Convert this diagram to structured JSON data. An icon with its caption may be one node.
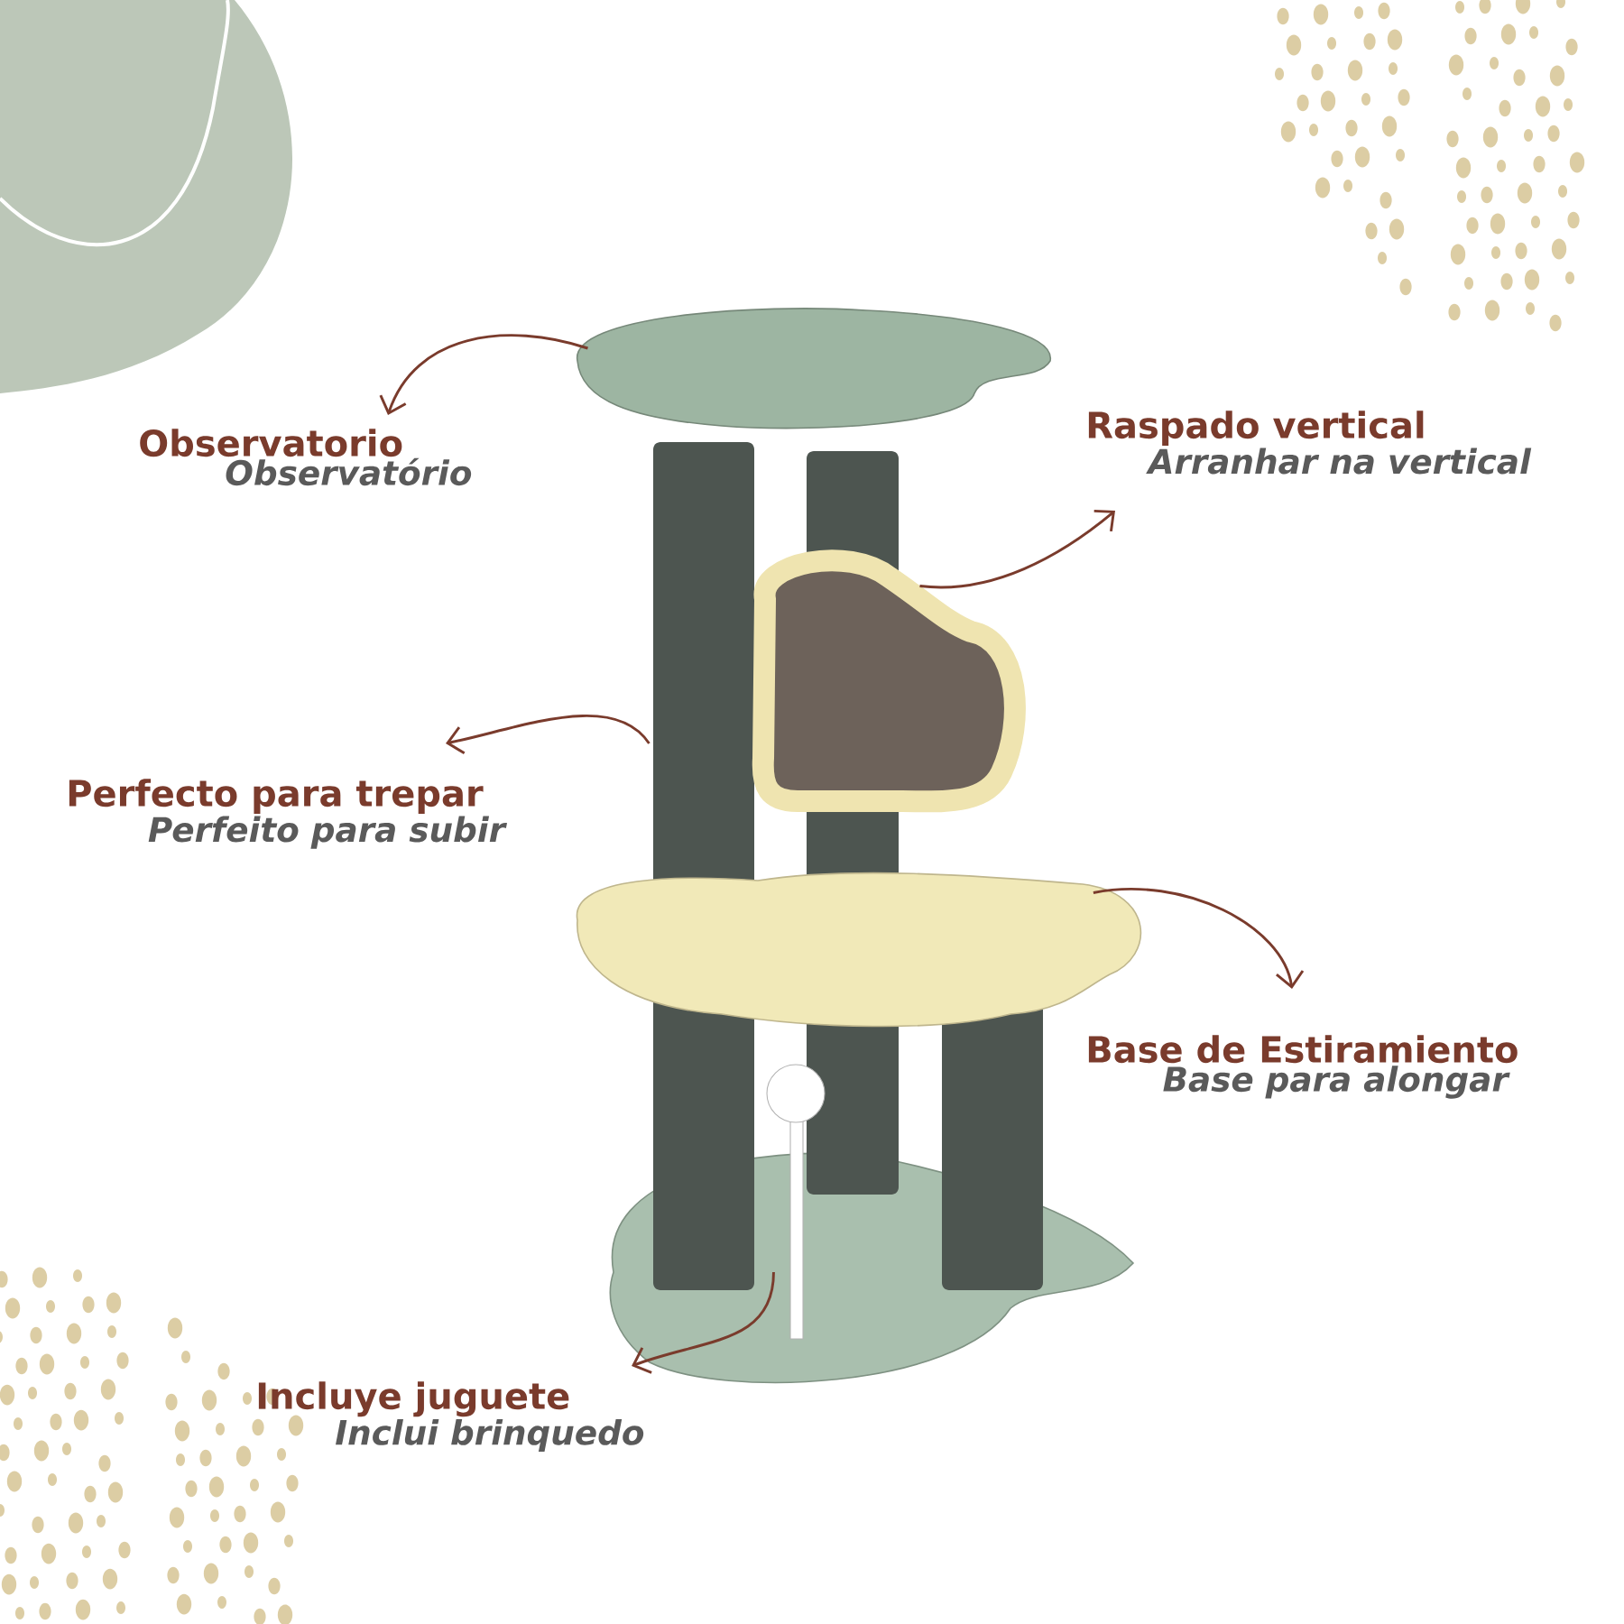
{
  "diagram": {
    "nodes": [
      {
        "text": [
          "Observatorio",
          "Observatório"
        ]
      },
      {
        "text": [
          "Raspado vertical",
          "Arranhar na vertical"
        ]
      },
      {
        "text": [
          "Perfecto para trepar",
          "Perfeito para subir"
        ]
      },
      {
        "text": [
          "Base de Estiramiento",
          "Base para alongar"
        ]
      },
      {
        "text": [
          "Incluye juguete",
          "Inclui brinquedo"
        ]
      },
      {
        "text": [],
        "shape": "box"
      },
      {
        "text": [],
        "shape": "cloud"
      },
      {
        "text": [],
        "shape": "bar"
      },
      {
        "text": [],
        "shape": "picture"
      },
      {
        "text": [],
        "shape": "picture"
      }
    ],
    "edges": [
      {
        "from": 5,
        "to": 0,
        "arrow": "to"
      },
      {
        "from": 6,
        "to": 1,
        "arrow": "to"
      },
      {
        "from": 7,
        "to": 2,
        "arrow": "to"
      },
      {
        "from": 8,
        "to": 3,
        "arrow": "to"
      },
      {
        "from": 9,
        "to": 4,
        "arrow": "to"
      }
    ]
  }
}
